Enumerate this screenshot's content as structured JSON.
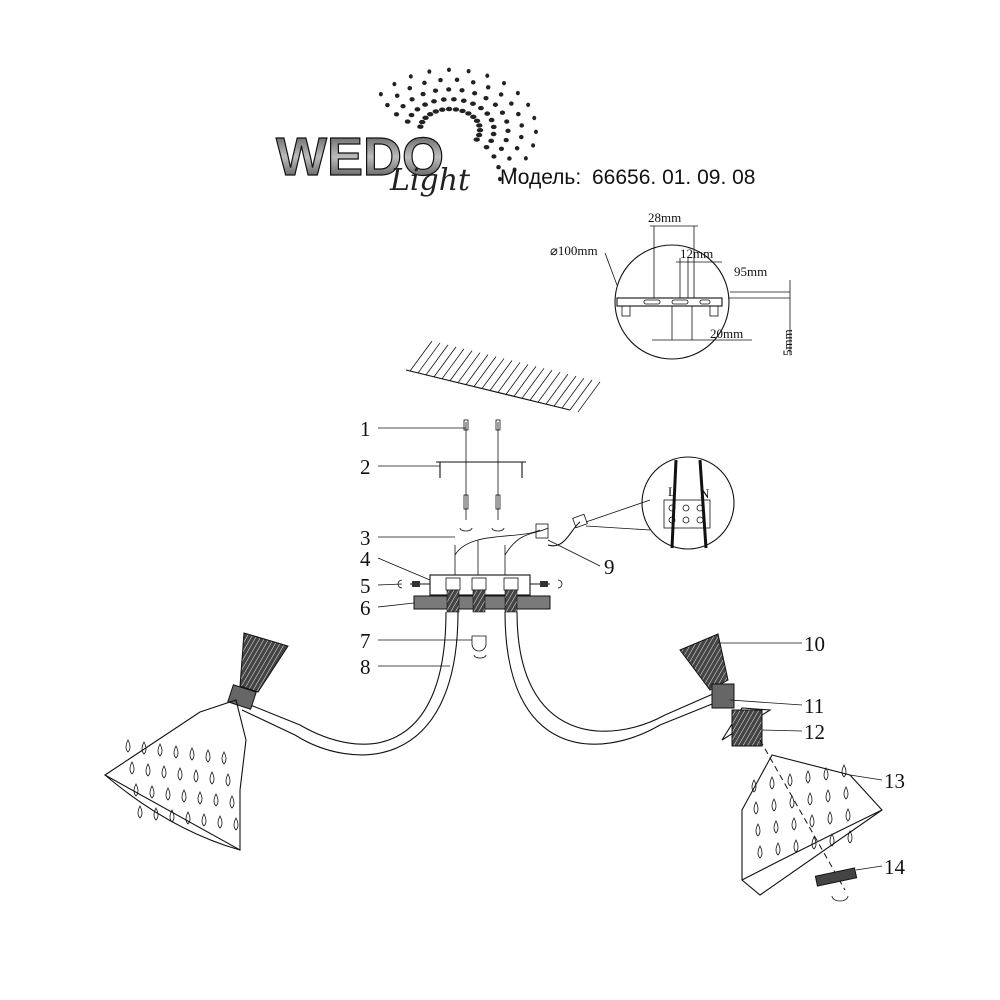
{
  "brand": {
    "name": "WEDO",
    "script": "Light",
    "model_label": "Модель:",
    "model_number": "66656. 01. 09. 08"
  },
  "bracket_detail": {
    "diameter": "⌀100mm",
    "slot_spacing": "28mm",
    "slot_width": "12mm",
    "length": "95mm",
    "hole_spacing": "20mm",
    "thickness": "5mm"
  },
  "terminal_detail": {
    "live": "L",
    "neutral": "N"
  },
  "callouts": {
    "c1": "1",
    "c2": "2",
    "c3": "3",
    "c4": "4",
    "c5": "5",
    "c6": "6",
    "c7": "7",
    "c8": "8",
    "c9": "9",
    "c10": "10",
    "c11": "11",
    "c12": "12",
    "c13": "13",
    "c14": "14"
  },
  "colors": {
    "line": "#111111",
    "logo_gray": "#8a8a8a",
    "logo_dark": "#222222"
  }
}
